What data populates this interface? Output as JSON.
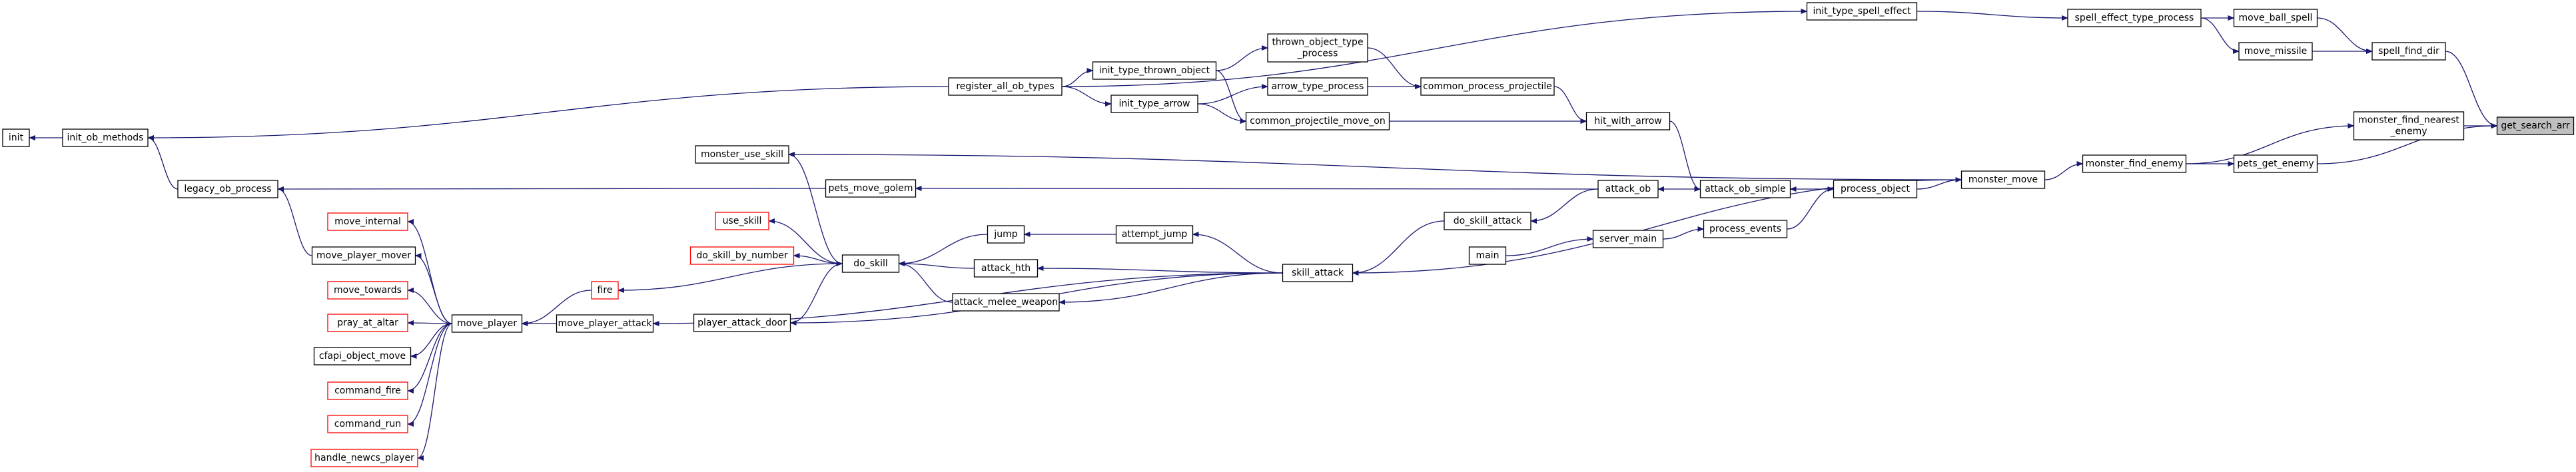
{
  "graph": {
    "title": "",
    "nodes": [
      {
        "id": "get_search_arr",
        "label": "get_search_arr",
        "style": "root"
      },
      {
        "id": "init",
        "label": "init"
      },
      {
        "id": "init_ob_methods",
        "label": "init_ob_methods"
      },
      {
        "id": "legacy_ob_process",
        "label": "legacy_ob_process"
      },
      {
        "id": "move_internal",
        "label": "move_internal",
        "style": "red"
      },
      {
        "id": "move_player_mover",
        "label": "move_player_mover"
      },
      {
        "id": "move_towards",
        "label": "move_towards",
        "style": "red"
      },
      {
        "id": "pray_at_altar",
        "label": "pray_at_altar",
        "style": "red"
      },
      {
        "id": "cfapi_object_move",
        "label": "cfapi_object_move"
      },
      {
        "id": "command_fire",
        "label": "command_fire",
        "style": "red"
      },
      {
        "id": "command_run",
        "label": "command_run",
        "style": "red"
      },
      {
        "id": "handle_newcs_player",
        "label": "handle_newcs_player",
        "style": "red"
      },
      {
        "id": "move_player",
        "label": "move_player"
      },
      {
        "id": "fire",
        "label": "fire",
        "style": "red"
      },
      {
        "id": "move_player_attack",
        "label": "move_player_attack"
      },
      {
        "id": "monster_use_skill",
        "label": "monster_use_skill"
      },
      {
        "id": "use_skill",
        "label": "use_skill",
        "style": "red"
      },
      {
        "id": "do_skill_by_number",
        "label": "do_skill_by_number",
        "style": "red"
      },
      {
        "id": "do_skill",
        "label": "do_skill"
      },
      {
        "id": "player_attack_door",
        "label": "player_attack_door"
      },
      {
        "id": "register_all_ob_types",
        "label": "register_all_ob_types"
      },
      {
        "id": "pets_move_golem",
        "label": "pets_move_golem"
      },
      {
        "id": "jump",
        "label": "jump"
      },
      {
        "id": "attack_hth",
        "label": "attack_hth"
      },
      {
        "id": "attack_melee_weapon",
        "label": "attack_melee_weapon"
      },
      {
        "id": "init_type_thrown_object",
        "label": "init_type_thrown_object"
      },
      {
        "id": "init_type_arrow",
        "label": "init_type_arrow"
      },
      {
        "id": "thrown_object_type_process",
        "label": "thrown_object_type\n_process"
      },
      {
        "id": "arrow_type_process",
        "label": "arrow_type_process"
      },
      {
        "id": "common_projectile_move_on",
        "label": "common_projectile_move_on"
      },
      {
        "id": "attempt_jump",
        "label": "attempt_jump"
      },
      {
        "id": "skill_attack",
        "label": "skill_attack"
      },
      {
        "id": "common_process_projectile",
        "label": "common_process_projectile"
      },
      {
        "id": "do_skill_attack",
        "label": "do_skill_attack"
      },
      {
        "id": "main",
        "label": "main"
      },
      {
        "id": "hit_with_arrow",
        "label": "hit_with_arrow"
      },
      {
        "id": "attack_ob",
        "label": "attack_ob"
      },
      {
        "id": "server_main",
        "label": "server_main"
      },
      {
        "id": "attack_ob_simple",
        "label": "attack_ob_simple"
      },
      {
        "id": "process_events",
        "label": "process_events"
      },
      {
        "id": "init_type_spell_effect",
        "label": "init_type_spell_effect"
      },
      {
        "id": "process_object",
        "label": "process_object"
      },
      {
        "id": "monster_move",
        "label": "monster_move"
      },
      {
        "id": "spell_effect_type_process",
        "label": "spell_effect_type_process"
      },
      {
        "id": "monster_find_enemy",
        "label": "monster_find_enemy"
      },
      {
        "id": "move_ball_spell",
        "label": "move_ball_spell"
      },
      {
        "id": "move_missile",
        "label": "move_missile"
      },
      {
        "id": "pets_get_enemy",
        "label": "pets_get_enemy"
      },
      {
        "id": "monster_find_nearest_enemy",
        "label": "monster_find_nearest\n_enemy"
      },
      {
        "id": "spell_find_dir",
        "label": "spell_find_dir"
      }
    ],
    "edges": [
      [
        "init_ob_methods",
        "init"
      ],
      [
        "legacy_ob_process",
        "init_ob_methods"
      ],
      [
        "register_all_ob_types",
        "init_ob_methods"
      ],
      [
        "move_player_mover",
        "legacy_ob_process"
      ],
      [
        "pets_move_golem",
        "legacy_ob_process"
      ],
      [
        "move_player",
        "move_player_mover"
      ],
      [
        "move_player",
        "move_internal"
      ],
      [
        "move_player",
        "move_towards"
      ],
      [
        "move_player",
        "pray_at_altar"
      ],
      [
        "move_player",
        "cfapi_object_move"
      ],
      [
        "move_player",
        "command_fire"
      ],
      [
        "move_player",
        "command_run"
      ],
      [
        "move_player",
        "handle_newcs_player"
      ],
      [
        "fire",
        "move_player"
      ],
      [
        "move_player_attack",
        "move_player"
      ],
      [
        "do_skill",
        "fire"
      ],
      [
        "do_skill",
        "monster_use_skill"
      ],
      [
        "do_skill",
        "use_skill"
      ],
      [
        "do_skill",
        "do_skill_by_number"
      ],
      [
        "jump",
        "do_skill"
      ],
      [
        "attack_hth",
        "do_skill"
      ],
      [
        "attack_melee_weapon",
        "do_skill"
      ],
      [
        "player_attack_door",
        "do_skill"
      ],
      [
        "skill_attack",
        "player_attack_door"
      ],
      [
        "skill_attack",
        "move_player_attack"
      ],
      [
        "attempt_jump",
        "jump"
      ],
      [
        "skill_attack",
        "attempt_jump"
      ],
      [
        "skill_attack",
        "attack_hth"
      ],
      [
        "skill_attack",
        "attack_melee_weapon"
      ],
      [
        "do_skill_attack",
        "skill_attack"
      ],
      [
        "monster_move",
        "skill_attack"
      ],
      [
        "attack_ob",
        "do_skill_attack"
      ],
      [
        "attack_ob",
        "pets_move_golem"
      ],
      [
        "attack_ob_simple",
        "attack_ob"
      ],
      [
        "hit_with_arrow",
        "attack_ob_simple"
      ],
      [
        "process_object",
        "attack_ob_simple"
      ],
      [
        "common_process_projectile",
        "hit_with_arrow"
      ],
      [
        "common_projectile_move_on",
        "hit_with_arrow"
      ],
      [
        "thrown_object_type_process",
        "common_process_projectile"
      ],
      [
        "arrow_type_process",
        "common_process_projectile"
      ],
      [
        "init_type_thrown_object",
        "thrown_object_type_process"
      ],
      [
        "init_type_arrow",
        "arrow_type_process"
      ],
      [
        "init_type_thrown_object",
        "common_projectile_move_on"
      ],
      [
        "init_type_arrow",
        "common_projectile_move_on"
      ],
      [
        "register_all_ob_types",
        "init_type_thrown_object"
      ],
      [
        "register_all_ob_types",
        "init_type_arrow"
      ],
      [
        "register_all_ob_types",
        "init_type_spell_effect"
      ],
      [
        "init_type_spell_effect",
        "spell_effect_type_process"
      ],
      [
        "spell_effect_type_process",
        "move_ball_spell"
      ],
      [
        "spell_effect_type_process",
        "move_missile"
      ],
      [
        "move_ball_spell",
        "spell_find_dir"
      ],
      [
        "move_missile",
        "spell_find_dir"
      ],
      [
        "spell_find_dir",
        "get_search_arr"
      ],
      [
        "monster_find_nearest_enemy",
        "get_search_arr"
      ],
      [
        "pets_get_enemy",
        "get_search_arr"
      ],
      [
        "monster_find_enemy",
        "monster_find_nearest_enemy"
      ],
      [
        "monster_find_enemy",
        "pets_get_enemy"
      ],
      [
        "monster_move",
        "monster_find_enemy"
      ],
      [
        "monster_move",
        "monster_use_skill"
      ],
      [
        "process_object",
        "monster_move"
      ],
      [
        "process_events",
        "process_object"
      ],
      [
        "server_main",
        "process_events"
      ],
      [
        "main",
        "server_main"
      ]
    ]
  }
}
